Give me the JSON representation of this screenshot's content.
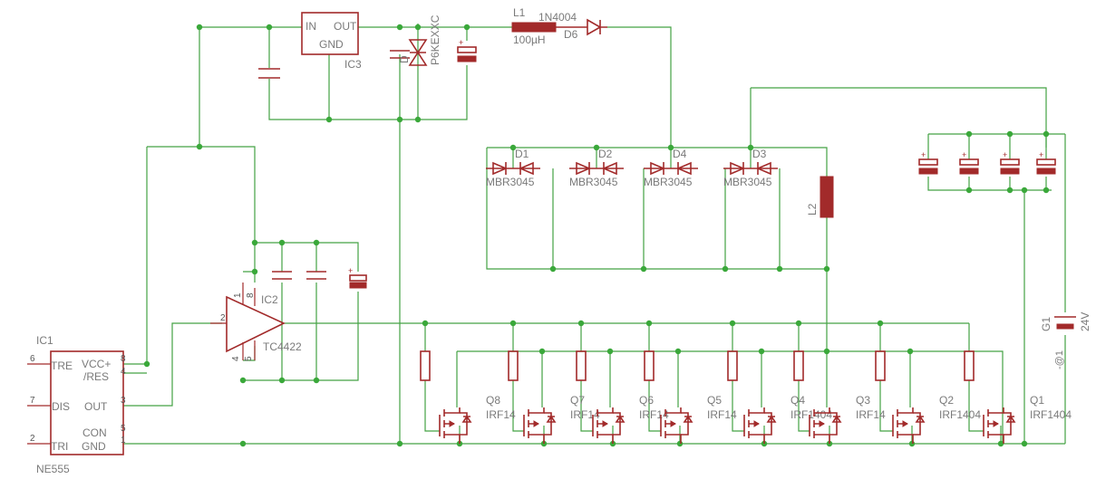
{
  "schematic": {
    "colors": {
      "wire": "#44a244",
      "part": "#a22a2a",
      "label": "#7a7a7a"
    },
    "ic1": {
      "name": "IC1",
      "value": "NE555",
      "pins": {
        "tre": "TRE",
        "vcc": "VCC+",
        "res": "/RES",
        "dis": "DIS",
        "out": "OUT",
        "con": "CON",
        "tri": "TRI",
        "gnd": "GND"
      },
      "pin_numbers": {
        "p6": "6",
        "p7": "7",
        "p2": "2",
        "p8": "8",
        "p4": "4",
        "p3": "3",
        "p5": "5",
        "p1": "1"
      }
    },
    "ic2": {
      "name": "IC2",
      "value": "TC4422",
      "pin_numbers": {
        "p1": "1",
        "p8": "8",
        "p2": "2",
        "p4": "4",
        "p5": "5"
      }
    },
    "ic3": {
      "name": "IC3",
      "in": "IN",
      "out": "OUT",
      "gnd": "GND"
    },
    "l1": {
      "name": "L1",
      "value": "100µH"
    },
    "l2": {
      "name": "L2"
    },
    "d6": {
      "name": "D6",
      "value": "1N4004"
    },
    "tvs": {
      "name": "D",
      "value": "P6KEXXC"
    },
    "schottky": [
      {
        "name": "D1",
        "value": "MBR3045"
      },
      {
        "name": "D2",
        "value": "MBR3045"
      },
      {
        "name": "D4",
        "value": "MBR3045"
      },
      {
        "name": "D3",
        "value": "MBR3045"
      }
    ],
    "mosfets": [
      {
        "name": "Q8",
        "value": "IRF14"
      },
      {
        "name": "Q7",
        "value": "IRF14"
      },
      {
        "name": "Q6",
        "value": "IRF14"
      },
      {
        "name": "Q5",
        "value": "IRF14"
      },
      {
        "name": "Q4",
        "value": "IRF1404"
      },
      {
        "name": "Q3",
        "value": "IRF14"
      },
      {
        "name": "Q2",
        "value": "IRF1404"
      },
      {
        "name": "Q1",
        "value": "IRF1404"
      }
    ],
    "battery": {
      "name": "G1",
      "value": "24V",
      "pin": "-@1"
    }
  }
}
